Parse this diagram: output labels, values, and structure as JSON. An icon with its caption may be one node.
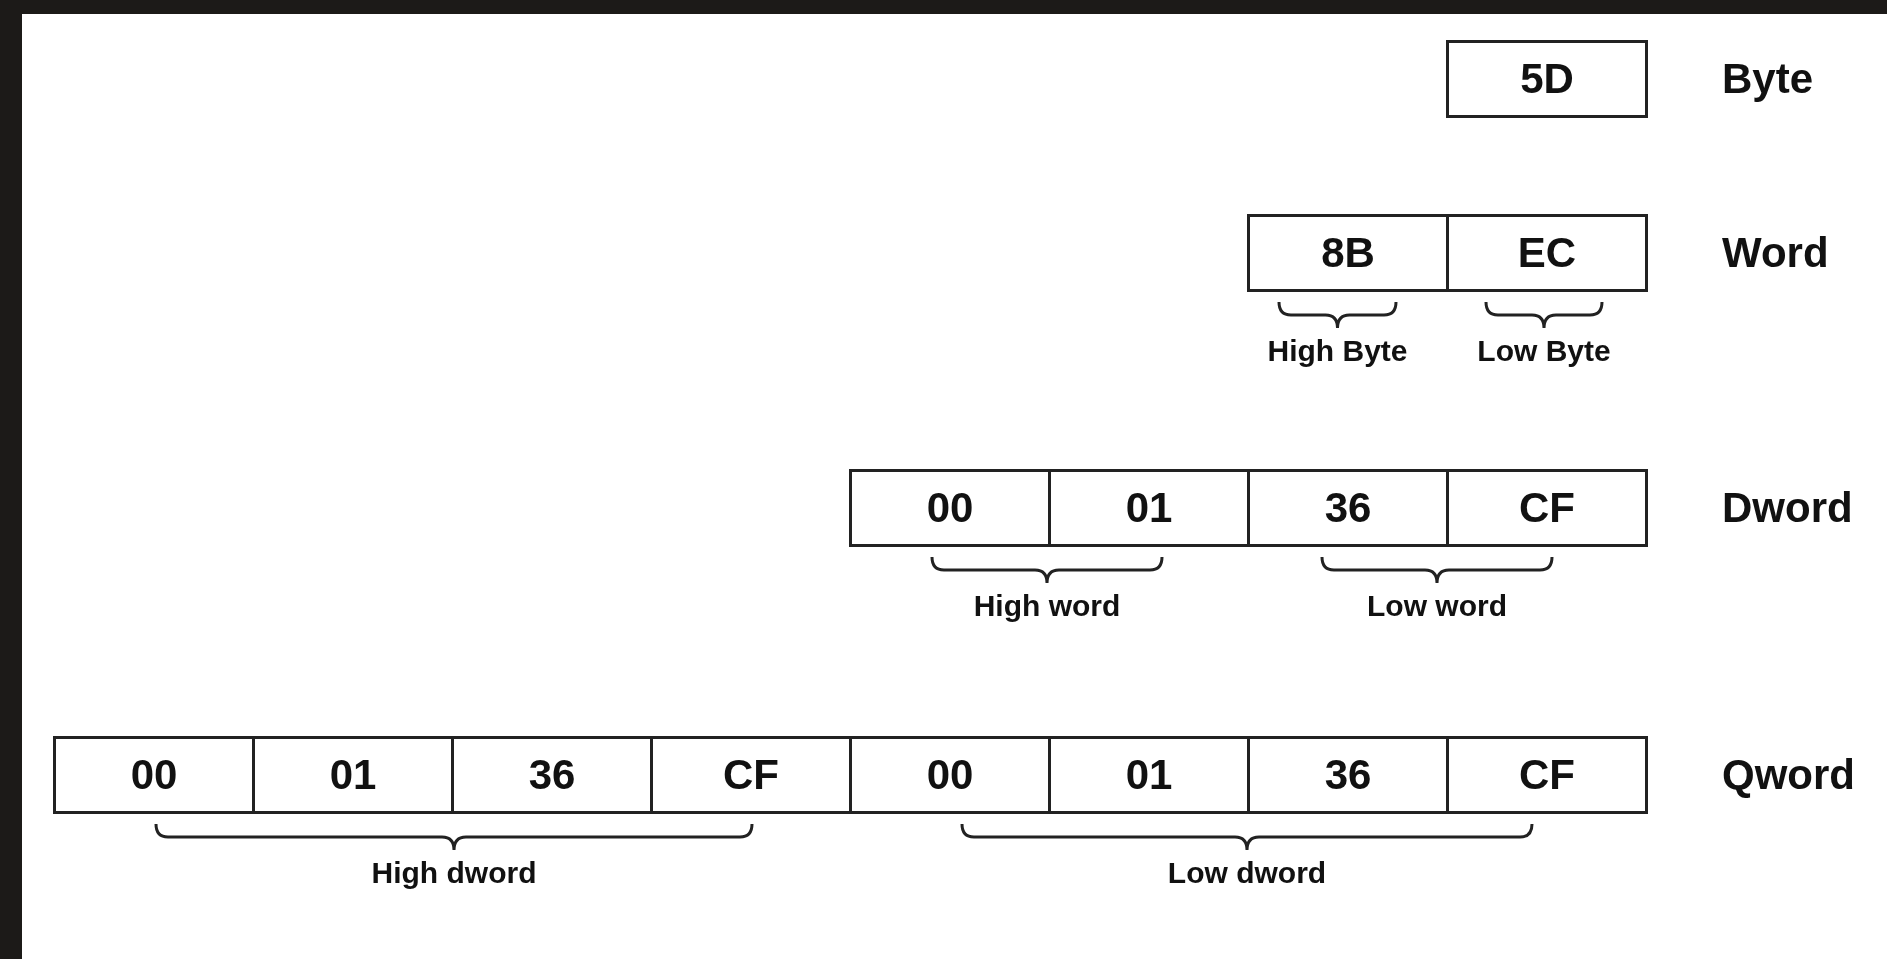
{
  "diagram": {
    "nodes": [
      {
        "text": [
          "5D"
        ]
      },
      {
        "text": [
          "8B"
        ]
      },
      {
        "text": [
          "EC"
        ]
      },
      {
        "text": [
          "00"
        ]
      },
      {
        "text": [
          "01"
        ]
      },
      {
        "text": [
          "36"
        ]
      },
      {
        "text": [
          "CF"
        ]
      },
      {
        "text": [
          "00"
        ]
      },
      {
        "text": [
          "01"
        ]
      },
      {
        "text": [
          "36"
        ]
      },
      {
        "text": [
          "CF"
        ]
      },
      {
        "text": [
          "00"
        ]
      },
      {
        "text": [
          "01"
        ]
      },
      {
        "text": [
          "36"
        ]
      },
      {
        "text": [
          "CF"
        ]
      }
    ],
    "edges": [],
    "labels": [
      "Byte",
      "Word",
      "High Byte",
      "Low Byte",
      "Dword",
      "High word",
      "Low word",
      "Qword",
      "High dword",
      "Low dword"
    ]
  }
}
